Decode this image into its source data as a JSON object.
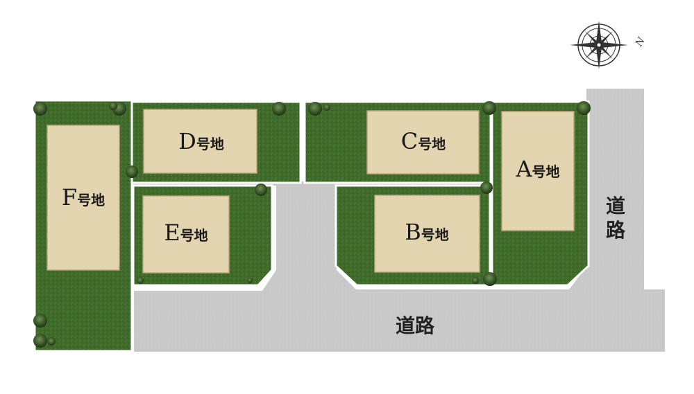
{
  "colors": {
    "lawn": "#3f6a2a",
    "lawn_dark": "#2e5420",
    "road": "#c9c9c9",
    "building": "#e2d5b0",
    "border": "#ffffff"
  },
  "lots": [
    {
      "id": "A",
      "letter": "A",
      "suffix": "号地"
    },
    {
      "id": "B",
      "letter": "B",
      "suffix": "号地"
    },
    {
      "id": "C",
      "letter": "C",
      "suffix": "号地"
    },
    {
      "id": "D",
      "letter": "D",
      "suffix": "号地"
    },
    {
      "id": "E",
      "letter": "E",
      "suffix": "号地"
    },
    {
      "id": "F",
      "letter": "F",
      "suffix": "号地"
    }
  ],
  "roads": {
    "bottom": "道路",
    "right_top": "道",
    "right_bottom": "路"
  },
  "compass": {
    "icon": "compass-rose-icon",
    "north_label": "N"
  }
}
